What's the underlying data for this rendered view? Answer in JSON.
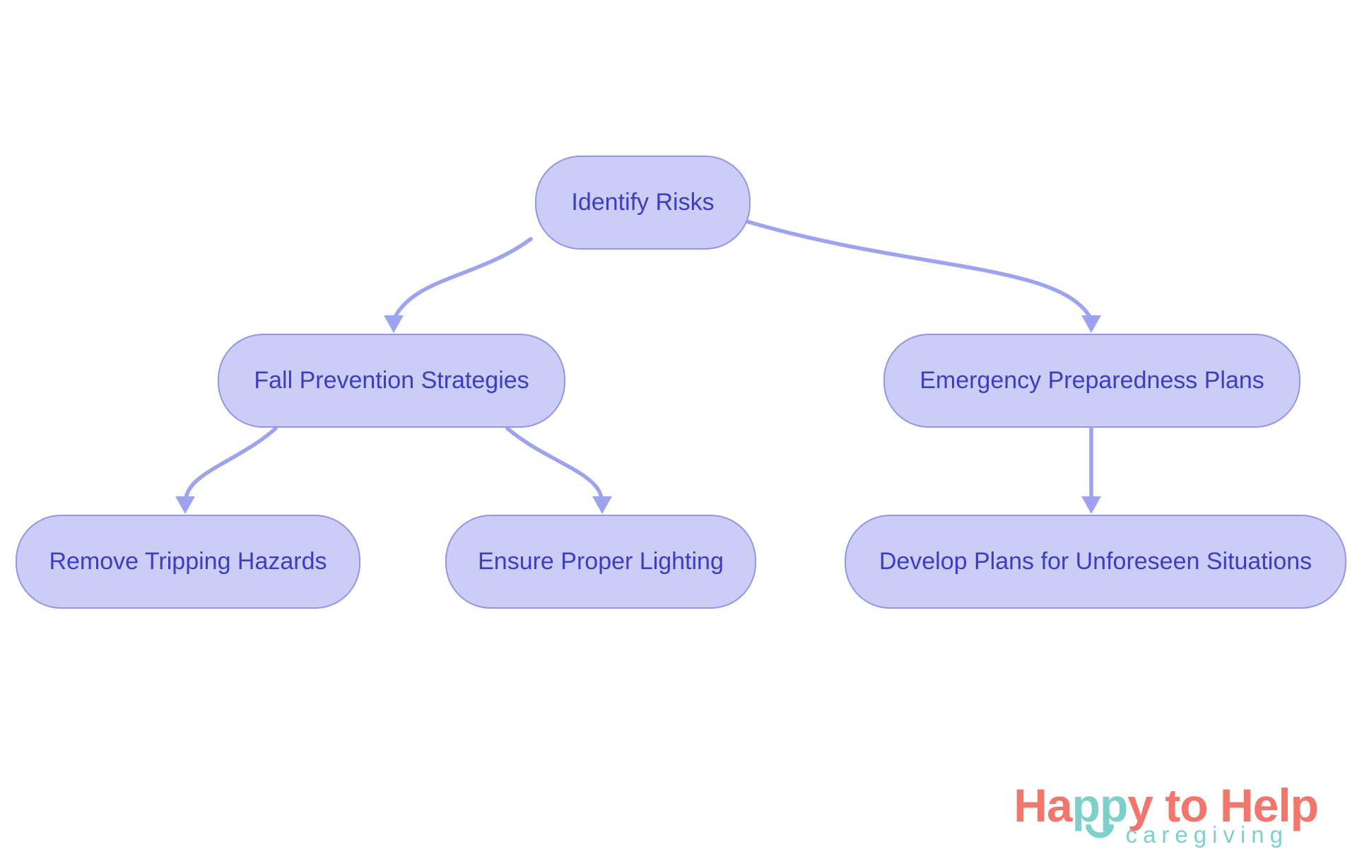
{
  "diagram": {
    "type": "flowchart",
    "nodes": [
      {
        "id": "identify-risks",
        "label": "Identify Risks"
      },
      {
        "id": "fall-prevention",
        "label": "Fall Prevention Strategies"
      },
      {
        "id": "emergency-preparedness",
        "label": "Emergency Preparedness Plans"
      },
      {
        "id": "remove-tripping-hazards",
        "label": "Remove Tripping Hazards"
      },
      {
        "id": "ensure-proper-lighting",
        "label": "Ensure Proper Lighting"
      },
      {
        "id": "develop-plans",
        "label": "Develop Plans for Unforeseen Situations"
      }
    ],
    "edges": [
      {
        "from": "identify-risks",
        "to": "fall-prevention"
      },
      {
        "from": "identify-risks",
        "to": "emergency-preparedness"
      },
      {
        "from": "fall-prevention",
        "to": "remove-tripping-hazards"
      },
      {
        "from": "fall-prevention",
        "to": "ensure-proper-lighting"
      },
      {
        "from": "emergency-preparedness",
        "to": "develop-plans"
      }
    ],
    "colors": {
      "node_fill": "#cbcdf6",
      "node_border": "#9196e8",
      "edge": "#9ea3ef",
      "node_text": "#3b3ec3"
    }
  },
  "logo": {
    "part_ha": "Ha",
    "part_pp": "pp",
    "part_y_to_help": "y to Help",
    "tagline": "caregiving",
    "colors": {
      "coral": "#f2766b",
      "teal": "#7ed0cb"
    }
  }
}
